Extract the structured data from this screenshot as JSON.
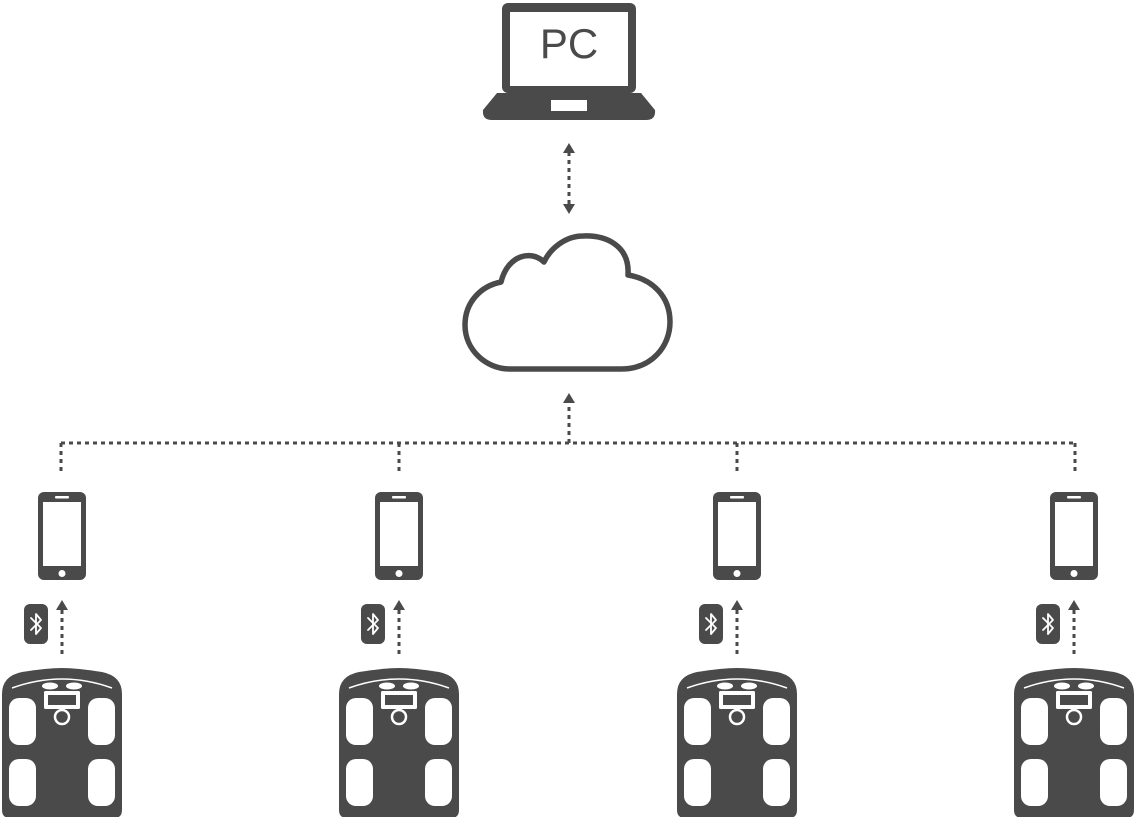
{
  "pc": {
    "label": "PC"
  },
  "colors": {
    "icon": "#4a4a4a",
    "background": "#ffffff"
  },
  "icons": {
    "pc": "laptop-icon",
    "cloud": "cloud-icon",
    "phone": "smartphone-icon",
    "bluetooth": "bluetooth-icon",
    "scale": "body-composition-scale-icon"
  },
  "nodes": {
    "devices": [
      {
        "phone": "smartphone",
        "link": "bluetooth",
        "device": "scale"
      },
      {
        "phone": "smartphone",
        "link": "bluetooth",
        "device": "scale"
      },
      {
        "phone": "smartphone",
        "link": "bluetooth",
        "device": "scale"
      },
      {
        "phone": "smartphone",
        "link": "bluetooth",
        "device": "scale"
      }
    ]
  }
}
